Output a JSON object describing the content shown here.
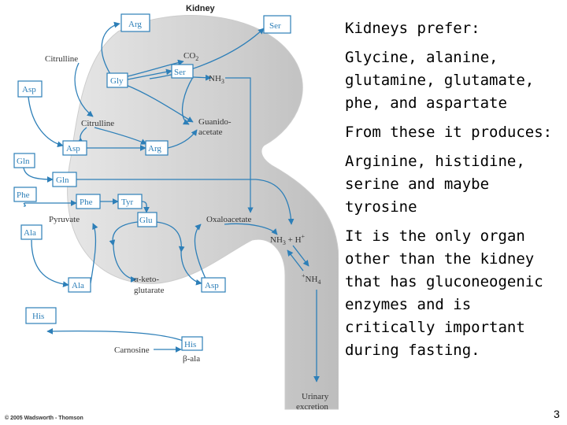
{
  "diagram": {
    "title": "Kidney",
    "copyright": "© 2005 Wadsworth - Thomson",
    "boxes": {
      "arg_top": "Arg",
      "ser_top": "Ser",
      "asp_left": "Asp",
      "gly": "Gly",
      "ser_mid": "Ser",
      "asp_mid": "Asp",
      "arg_mid": "Arg",
      "gln_left": "Gln",
      "gln_mid": "Gln",
      "phe_left": "Phe",
      "phe_mid": "Phe",
      "tyr": "Tyr",
      "glu": "Glu",
      "ala_left": "Ala",
      "ala_mid": "Ala",
      "asp_low": "Asp",
      "his_left": "His",
      "his_mid": "His"
    },
    "labels": {
      "citrulline_top": "Citrulline",
      "citrulline_mid": "Citrulline",
      "co2": "CO",
      "co2_sub": "2",
      "nh3": "NH",
      "nh3_sub": "3",
      "guanidoacetate_1": "Guanido-",
      "guanidoacetate_2": "acetate",
      "pyruvate": "Pyruvate",
      "oxaloacetate": "Oxaloacetate",
      "nh3_h": "NH",
      "nh3_h_sub": "3",
      "nh3_h_plus": " + H",
      "nh3_h_sup": "+",
      "nh4_sup": "+",
      "nh4": "NH",
      "nh4_sub": "4",
      "akg_1": "α-keto-",
      "akg_2": "glutarate",
      "carnosine": "Carnosine",
      "beta_ala": "β-ala",
      "urinary_1": "Urinary",
      "urinary_2": "excretion"
    }
  },
  "notes": {
    "heading_prefer": "Kidneys prefer:",
    "prefer_list": "Glycine, alanine, glutamine, glutamate, phe, and aspartate",
    "heading_produces": "From these it produces:",
    "produces_list": "Arginine, histidine, serine and maybe tyrosine",
    "organ_note": "It is the only organ other than the kidney that has gluconeogenic enzymes and is critically important during fasting."
  },
  "page_number": "3"
}
